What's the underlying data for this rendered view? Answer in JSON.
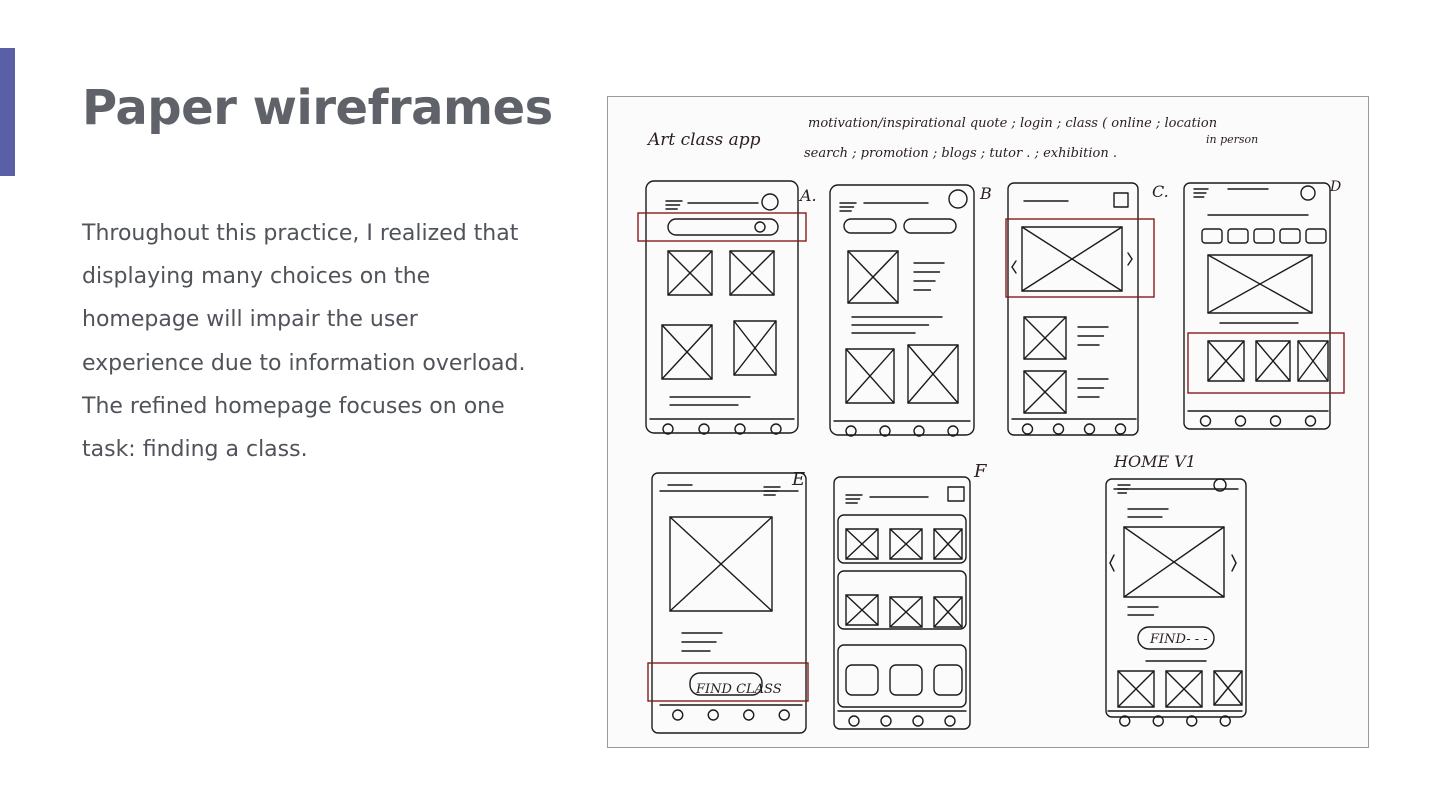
{
  "slide": {
    "title": "Paper wireframes",
    "body": "Throughout this practice, I realized that displaying many choices on the homepage will impair the user experience due to information overload. The refined homepage focuses on one task: finding a class."
  },
  "sketch": {
    "header_left": "Art class app",
    "notes_line1": "motivation/inspirational quote ; login ; class ( online ; location",
    "notes_line1b": "in person",
    "notes_line2": "search ; promotion ; blogs ; tutor . ; exhibition .",
    "labels": [
      "A.",
      "B",
      "C.",
      "D",
      "E",
      "F",
      "HOME V1"
    ],
    "find_class": "FIND CLASS",
    "find": "FIND- - -"
  },
  "colors": {
    "accent": "#5b5fa6",
    "title": "#5f6369",
    "body_text": "#505359",
    "ink": "#1b1b1b",
    "red_marker": "#8b1a1a"
  }
}
